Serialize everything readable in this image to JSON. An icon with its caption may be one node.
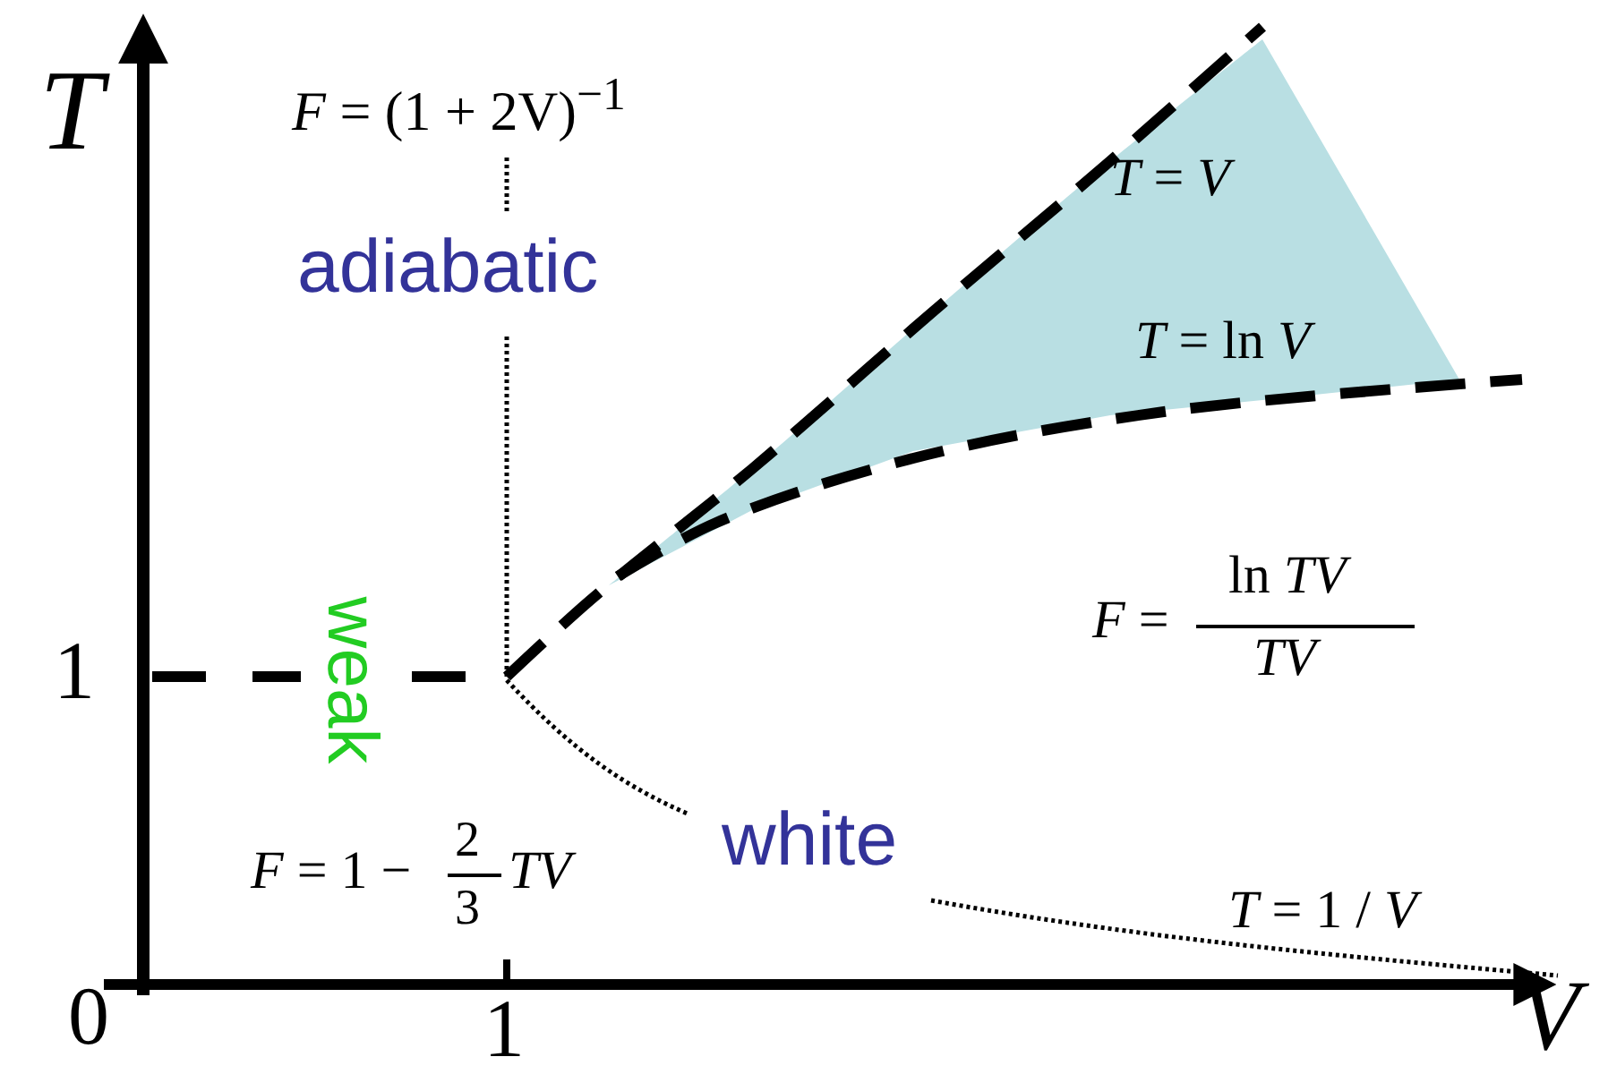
{
  "diagram": {
    "labels": [
      "T",
      "*F* = (1 + 2V)$^{−1}$",
      "adiabatic",
      "*T* = *V*",
      "*T* = ln *V*",
      "*F* =",
      "ln *TV*",
      "*TV*",
      "1",
      "weak",
      "white",
      "*F* = 1 −",
      "2",
      "3",
      "*TV*",
      "*T* = 1 / *V*",
      "0",
      "1",
      "V"
    ]
  }
}
